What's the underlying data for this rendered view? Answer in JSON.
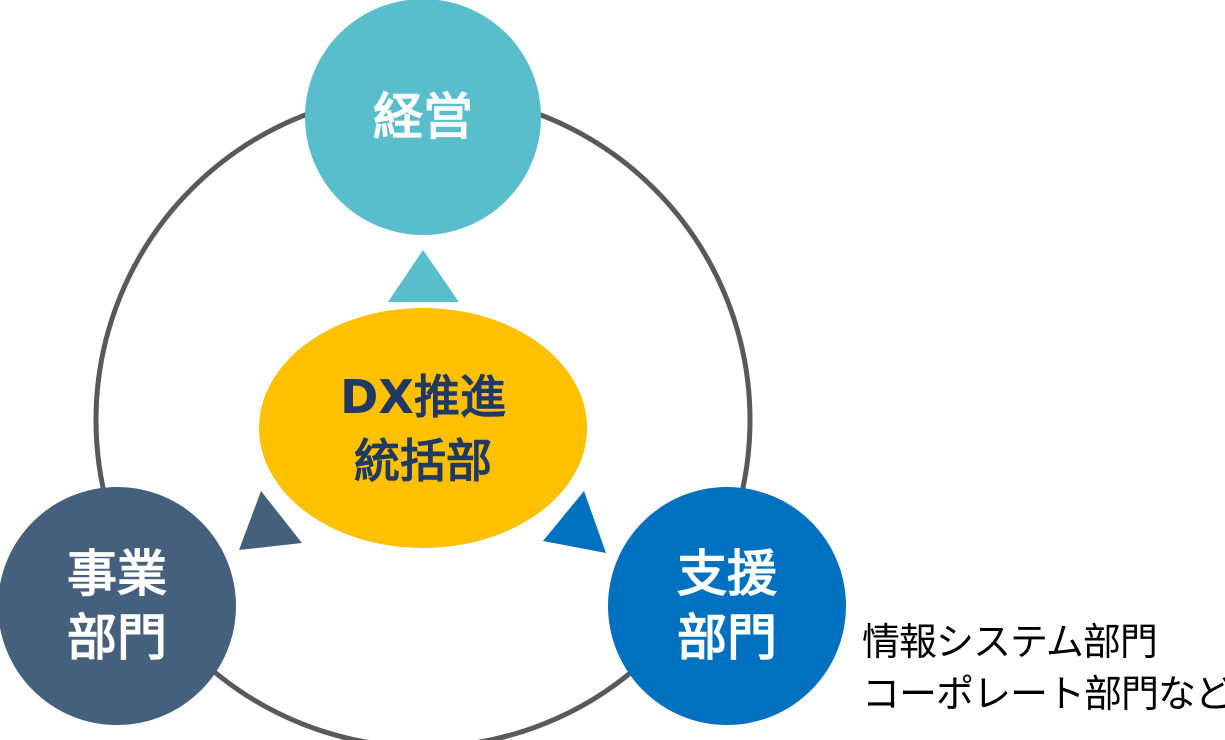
{
  "nodes": {
    "top": {
      "lines": [
        "経営"
      ],
      "color": "#59BECB",
      "text_color": "#FFFFFF"
    },
    "left": {
      "lines": [
        "事業",
        "部門"
      ],
      "color": "#45607C",
      "text_color": "#FFFFFF"
    },
    "right": {
      "lines": [
        "支援",
        "部門"
      ],
      "color": "#0070C0",
      "text_color": "#FFFFFF"
    },
    "center": {
      "lines": [
        "DX推進",
        "統括部"
      ],
      "color": "#FFC000",
      "text_color": "#1F3864"
    }
  },
  "ring": {
    "color": "#595959"
  },
  "arrows": {
    "to_top": {
      "color": "#59BECB"
    },
    "to_left": {
      "color": "#45607C"
    },
    "to_right": {
      "color": "#0070C0"
    }
  },
  "note": {
    "line1": "情報システム部門",
    "line2": "コーポレート部門など"
  }
}
